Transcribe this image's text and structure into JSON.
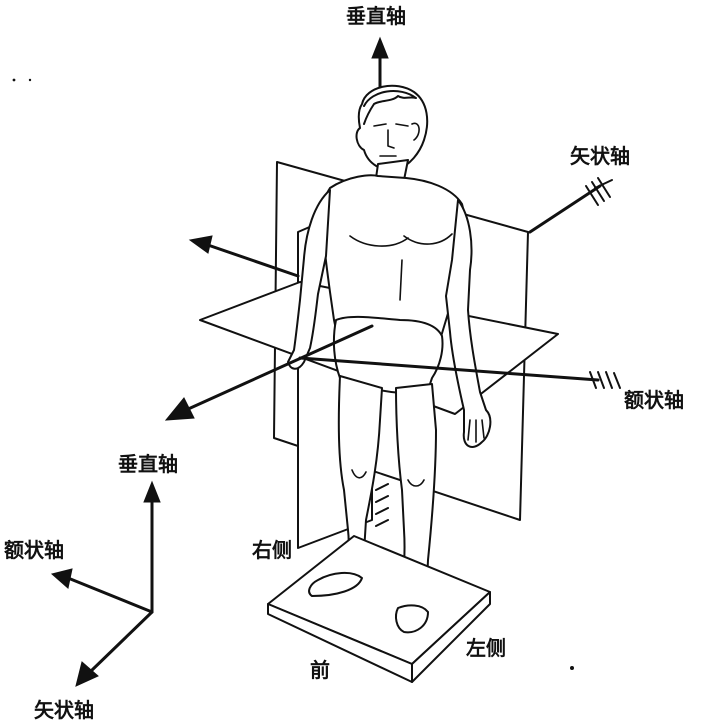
{
  "main_figure": {
    "vertical_axis_label": "垂直轴",
    "sagittal_axis_label": "矢状轴",
    "frontal_axis_label": "额状轴",
    "right_side_label": "右侧",
    "left_side_label": "左侧",
    "front_label": "前"
  },
  "axes_legend": {
    "vertical_axis_label": "垂直轴",
    "frontal_axis_label": "额状轴",
    "sagittal_axis_label": "矢状轴"
  },
  "colors": {
    "ink": "#111111",
    "background": "#ffffff"
  }
}
